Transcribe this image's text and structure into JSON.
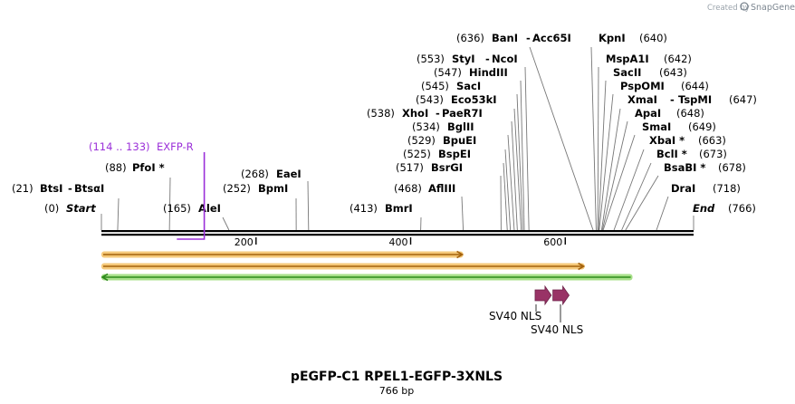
{
  "credit": {
    "text": "Created by",
    "brand": "SnapGene"
  },
  "title": "pEGFP-C1 RPEL1-EGFP-3XNLS",
  "subtitle": "766 bp",
  "sequence_length": 766,
  "ends": {
    "start": {
      "pos": "(0)",
      "label": "Start",
      "bp": 0
    },
    "end": {
      "label": "End",
      "pos": "(766)",
      "bp": 766
    }
  },
  "ticks": [
    {
      "bp": 200,
      "label": "200"
    },
    {
      "bp": 400,
      "label": "400"
    },
    {
      "bp": 600,
      "label": "600"
    }
  ],
  "primer": {
    "range": "(114 .. 133)",
    "name": "EXFP-R",
    "from_bp": 114,
    "to_bp": 133
  },
  "left_sites": [
    {
      "pos": "(21)",
      "name": "BtsI",
      "extra": "BtsαI",
      "bp": 21
    },
    {
      "pos": "(88)",
      "name": "PfoI *",
      "bp": 88
    },
    {
      "pos": "(165)",
      "name": "AleI",
      "bp": 165
    },
    {
      "pos": "(252)",
      "name": "BpmI",
      "bp": 252
    },
    {
      "pos": "(268)",
      "name": "EaeI",
      "bp": 268
    },
    {
      "pos": "(413)",
      "name": "BmrI",
      "bp": 413
    },
    {
      "pos": "(468)",
      "name": "AflIII",
      "bp": 468
    },
    {
      "pos": "(517)",
      "name": "BsrGI",
      "bp": 517
    },
    {
      "pos": "(525)",
      "name": "BspEI",
      "bp": 525
    },
    {
      "pos": "(529)",
      "name": "BpuEI",
      "bp": 529
    },
    {
      "pos": "(534)",
      "name": "BglII",
      "bp": 534
    },
    {
      "pos": "(538)",
      "name": "XhoI",
      "extra": "PaeR7I",
      "bp": 538
    },
    {
      "pos": "(543)",
      "name": "Eco53kI",
      "bp": 543
    },
    {
      "pos": "(545)",
      "name": "SacI",
      "bp": 545
    },
    {
      "pos": "(547)",
      "name": "HindIII",
      "bp": 547
    },
    {
      "pos": "(553)",
      "name": "StyI",
      "extra": "NcoI",
      "bp": 553
    },
    {
      "pos": "(636)",
      "name": "BanI",
      "extra": "Acc65I",
      "bp": 636
    }
  ],
  "right_sites": [
    {
      "name": "KpnI",
      "pos": "(640)",
      "bp": 640
    },
    {
      "name": "MspA1I",
      "pos": "(642)",
      "bp": 642
    },
    {
      "name": "SacII",
      "pos": "(643)",
      "bp": 643
    },
    {
      "name": "PspOMI",
      "pos": "(644)",
      "bp": 644
    },
    {
      "name": "XmaI",
      "extra": "TspMI",
      "pos": "(647)",
      "bp": 647
    },
    {
      "name": "ApaI",
      "pos": "(648)",
      "bp": 648
    },
    {
      "name": "SmaI",
      "pos": "(649)",
      "bp": 649
    },
    {
      "name": "XbaI *",
      "pos": "(663)",
      "bp": 663
    },
    {
      "name": "BclI *",
      "pos": "(673)",
      "bp": 673
    },
    {
      "name": "BsaBI *",
      "pos": "(678)",
      "bp": 678
    },
    {
      "name": "DraI",
      "pos": "(718)",
      "bp": 718
    }
  ],
  "orfs": [
    {
      "from_bp": 0,
      "to_bp": 468,
      "direction": "forward",
      "color": "#f5c97a",
      "border": "#a4620d"
    },
    {
      "from_bp": 0,
      "to_bp": 625,
      "direction": "forward",
      "color": "#f5c97a",
      "border": "#a4620d"
    },
    {
      "from_bp": 0,
      "to_bp": 687,
      "direction": "reverse",
      "color": "#a8e08a",
      "border": "#2d8a1b"
    }
  ],
  "features": [
    {
      "name": "SV40 NLS",
      "from_bp": 561,
      "to_bp": 582,
      "color": "#993366"
    },
    {
      "name": "SV40 NLS",
      "from_bp": 584,
      "to_bp": 605,
      "color": "#993366"
    }
  ],
  "colors": {
    "backbone": "#000000",
    "primer": "#9b30d9",
    "feature": "#993366"
  }
}
